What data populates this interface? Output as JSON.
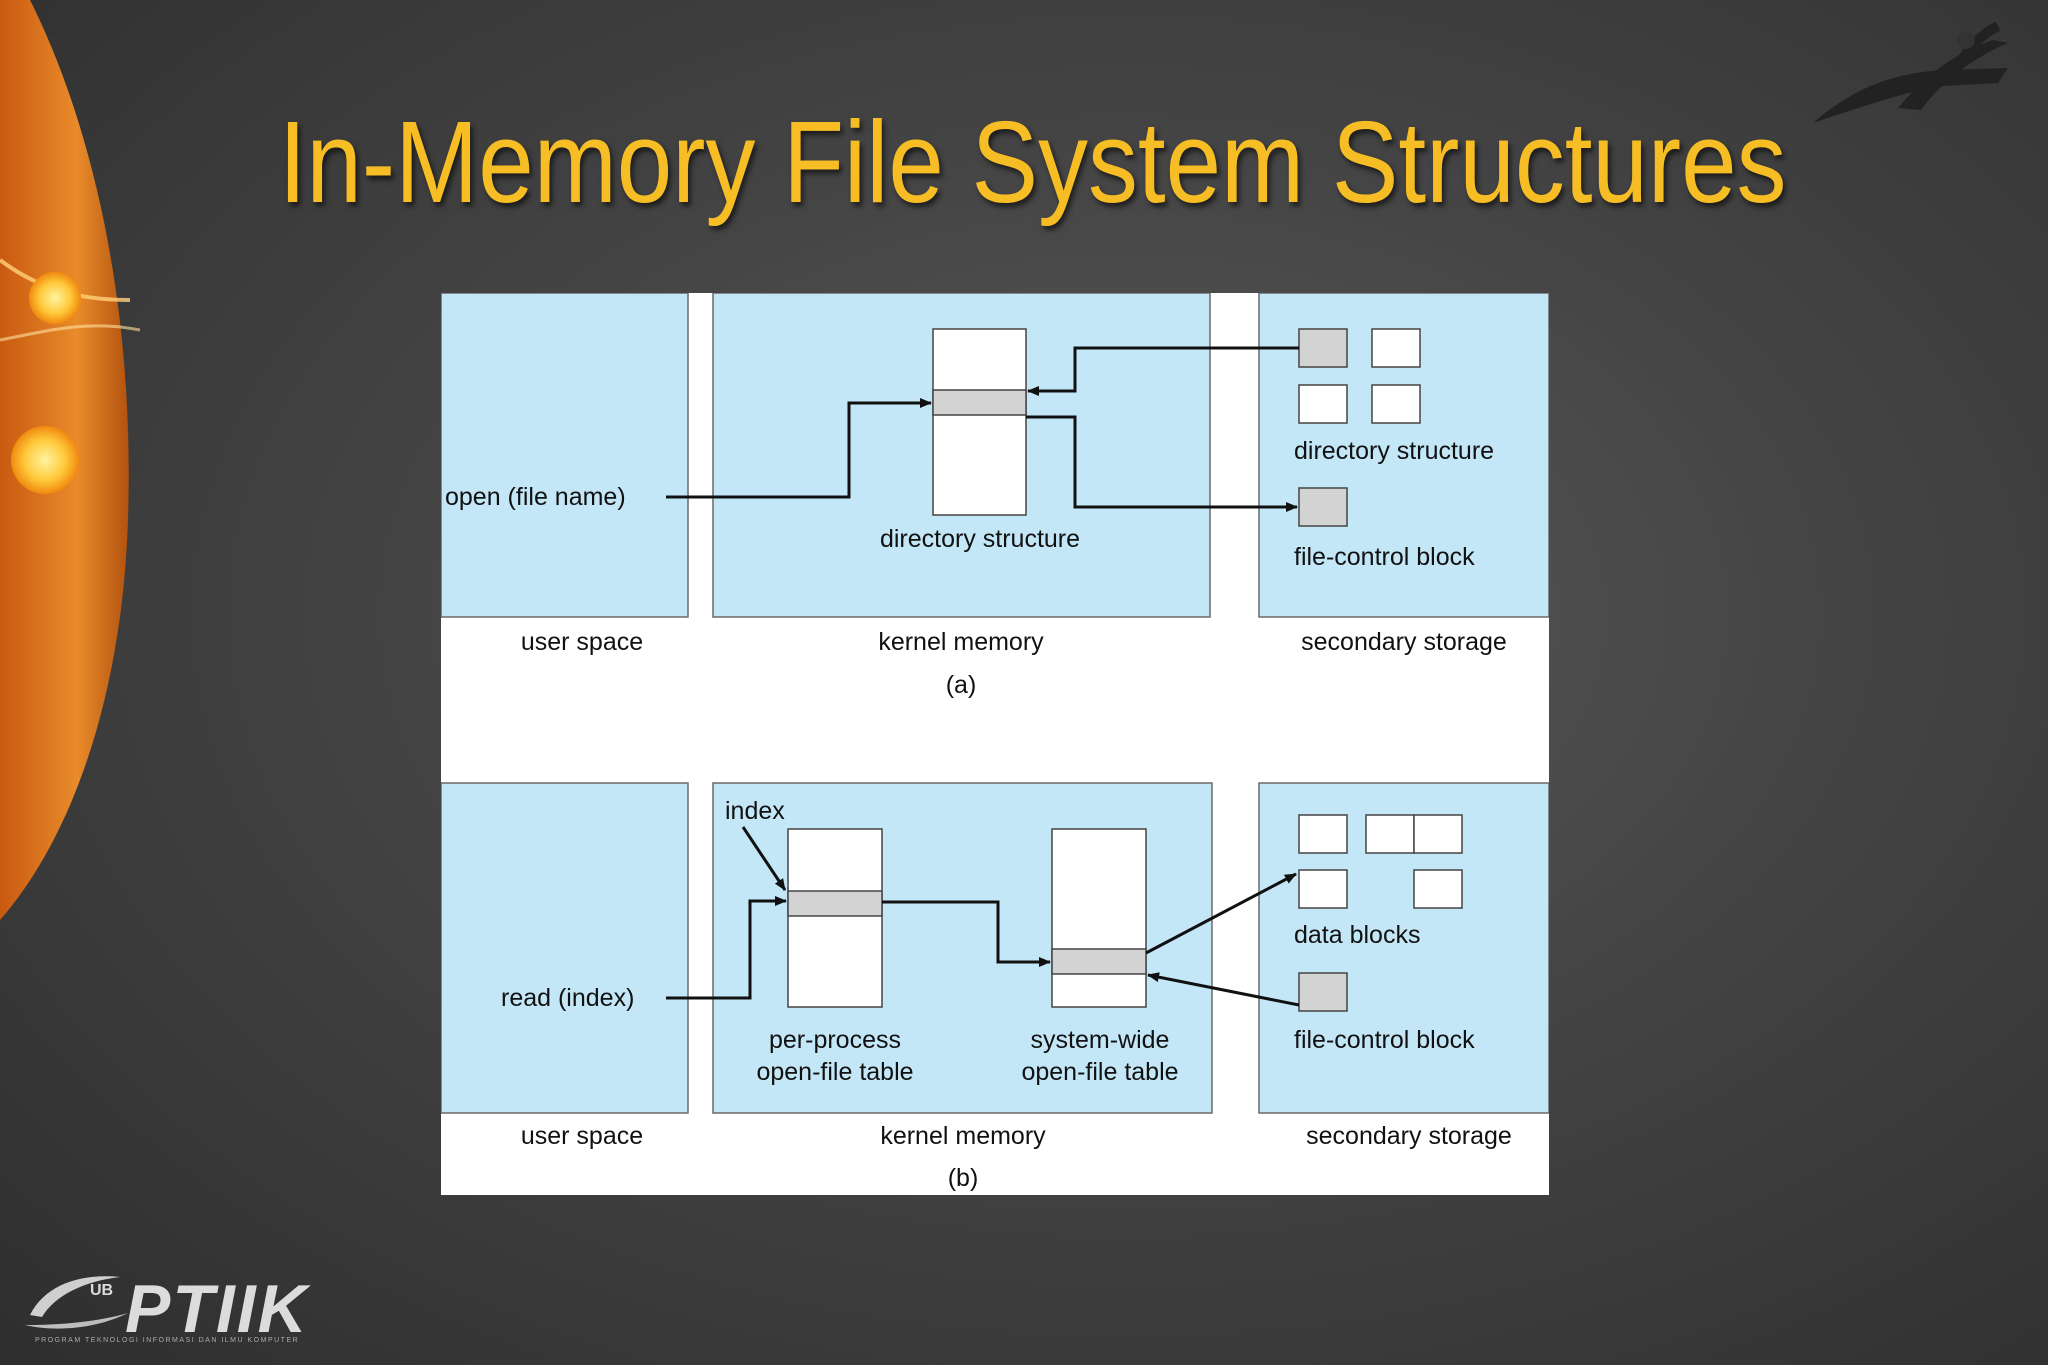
{
  "slide": {
    "title": "In-Memory File System Structures",
    "brand": {
      "name": "PTIIK",
      "badge": "UB",
      "tagline": "PROGRAM TEKNOLOGI INFORMASI DAN ILMU KOMPUTER"
    }
  },
  "diagram": {
    "a": {
      "call_label": "open (file name)",
      "kernel_table_label": "directory structure",
      "storage_dir_label": "directory structure",
      "storage_fcb_label": "file-control block",
      "col_user": "user space",
      "col_kernel": "kernel memory",
      "col_storage": "secondary storage",
      "caption": "(a)"
    },
    "b": {
      "call_label": "read (index)",
      "index_label": "index",
      "per_process_line1": "per-process",
      "per_process_line2": "open-file table",
      "system_wide_line1": "system-wide",
      "system_wide_line2": "open-file table",
      "storage_data_label": "data blocks",
      "storage_fcb_label": "file-control block",
      "col_user": "user space",
      "col_kernel": "kernel memory",
      "col_storage": "secondary storage",
      "caption": "(b)"
    }
  },
  "colors": {
    "title": "#f6bd24",
    "panel": "#c3e7f7",
    "entry": "#d3d3d3",
    "background": "#444444",
    "accent": "#e07a1c"
  }
}
